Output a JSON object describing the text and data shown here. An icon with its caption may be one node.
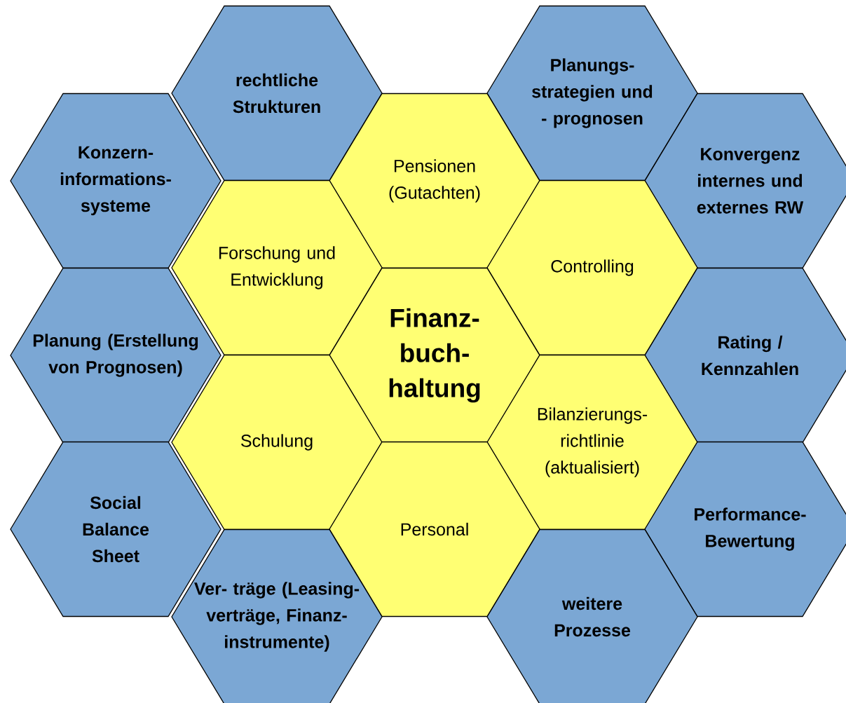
{
  "diagram": {
    "nodes": [
      {
        "text": [
          "rechtliche Strukturen"
        ]
      },
      {
        "text": [
          "Planungs- strategien und - prognosen"
        ]
      },
      {
        "text": [
          "Konzern- informations- systeme"
        ]
      },
      {
        "text": [
          "Pensionen (Gutachten)"
        ]
      },
      {
        "text": [
          "Konvergenz internes und externes RW"
        ]
      },
      {
        "text": [
          "Forschung und Entwicklung"
        ]
      },
      {
        "text": [
          "Controlling"
        ]
      },
      {
        "text": [
          "Planung (Erstellung von Prognosen)"
        ]
      },
      {
        "text": [
          "Finanz- buch- haltung"
        ]
      },
      {
        "text": [
          "Rating / Kennzahlen"
        ]
      },
      {
        "text": [
          "Schulung"
        ]
      },
      {
        "text": [
          "Bilanzierungs- richtlinie (aktualisiert)"
        ]
      },
      {
        "text": [
          "Social Balance Sheet"
        ]
      },
      {
        "text": [
          "Personal"
        ]
      },
      {
        "text": [
          "Performance- Bewertung"
        ]
      },
      {
        "text": [
          "Ver- träge (Leasing- verträge, Finanz- instrumente)"
        ]
      },
      {
        "text": [
          "weitere Prozesse"
        ]
      }
    ]
  }
}
